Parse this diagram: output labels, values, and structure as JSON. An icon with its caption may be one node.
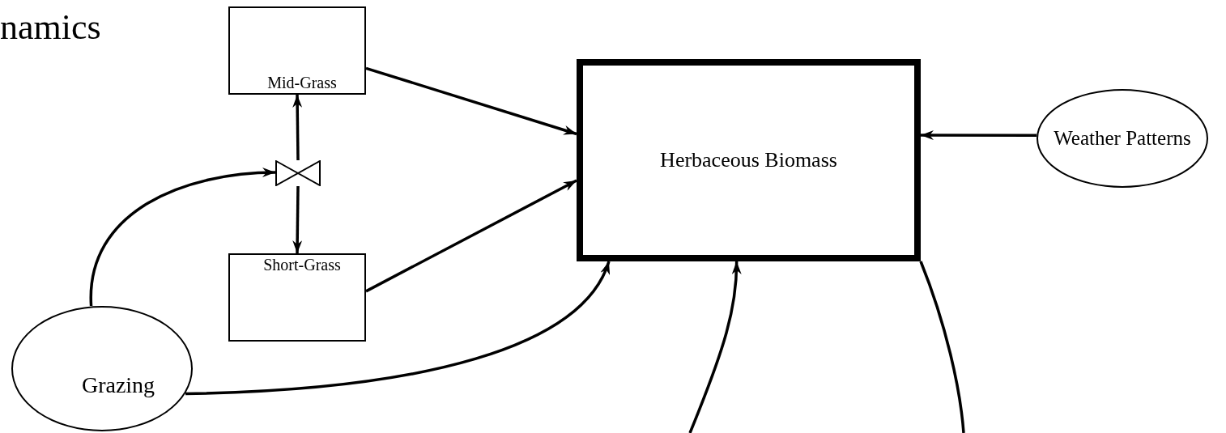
{
  "diagram": {
    "title": "namics",
    "nodes": [
      {
        "text": [
          "Mid-Grass"
        ]
      },
      {
        "text": [
          "Short-Grass"
        ]
      },
      {
        "text": [
          "Herbaceous Biomass"
        ]
      },
      {
        "text": [
          "Weather Patterns"
        ]
      },
      {
        "text": [
          "Grazing"
        ]
      },
      {
        "text": [],
        "shape": "valve"
      }
    ],
    "edges": [
      {
        "from": 0,
        "to": 2,
        "arrow": "to"
      },
      {
        "from": 1,
        "to": 2,
        "arrow": "to"
      },
      {
        "from": 3,
        "to": 2,
        "arrow": "to"
      },
      {
        "from": 4,
        "to": 5,
        "arrow": "to"
      },
      {
        "from": 5,
        "to": 0,
        "arrow": "to"
      },
      {
        "from": 5,
        "to": 1,
        "arrow": "to"
      },
      {
        "from": 4,
        "to": 2,
        "arrow": "to"
      },
      {
        "from": null,
        "to": 2,
        "arrow": "to"
      },
      {
        "from": 2,
        "to": null,
        "arrow": "none"
      }
    ]
  }
}
